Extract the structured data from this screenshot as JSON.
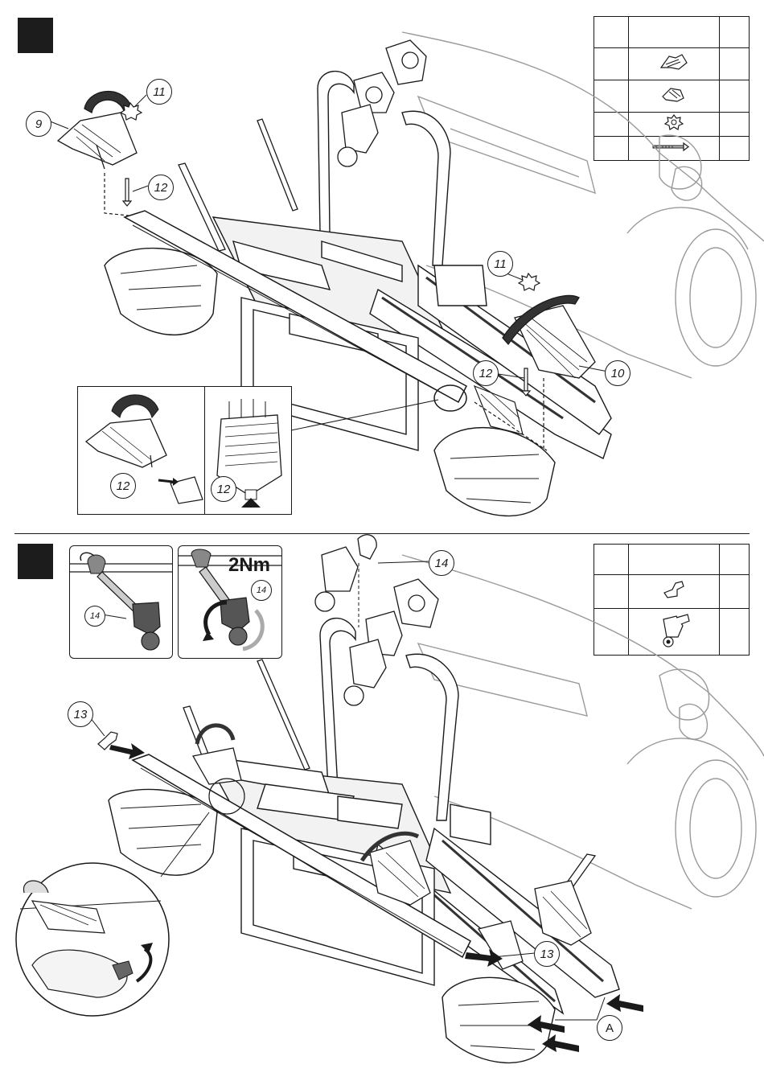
{
  "step1": {
    "parts_table_rows": 5,
    "parts": [
      {
        "icon": "bike-holder-arm-icon"
      },
      {
        "icon": "wheel-holder-bracket-icon"
      },
      {
        "icon": "star-knob-icon"
      },
      {
        "icon": "bolt-screw-icon"
      }
    ],
    "callouts": [
      "11",
      "9",
      "12",
      "11",
      "12",
      "10",
      "12",
      "12"
    ]
  },
  "step2": {
    "parts": [
      {
        "icon": "clip-icon"
      },
      {
        "icon": "frame-holder-icon"
      }
    ],
    "torque": "2Nm",
    "callouts": [
      "14",
      "14",
      "14",
      "13",
      "13",
      "A"
    ]
  },
  "colors": {
    "line": "#1a1a1a",
    "ghost": "#8a8a8a",
    "shade": "#d9d9d9",
    "dark": "#1c1c1c"
  }
}
